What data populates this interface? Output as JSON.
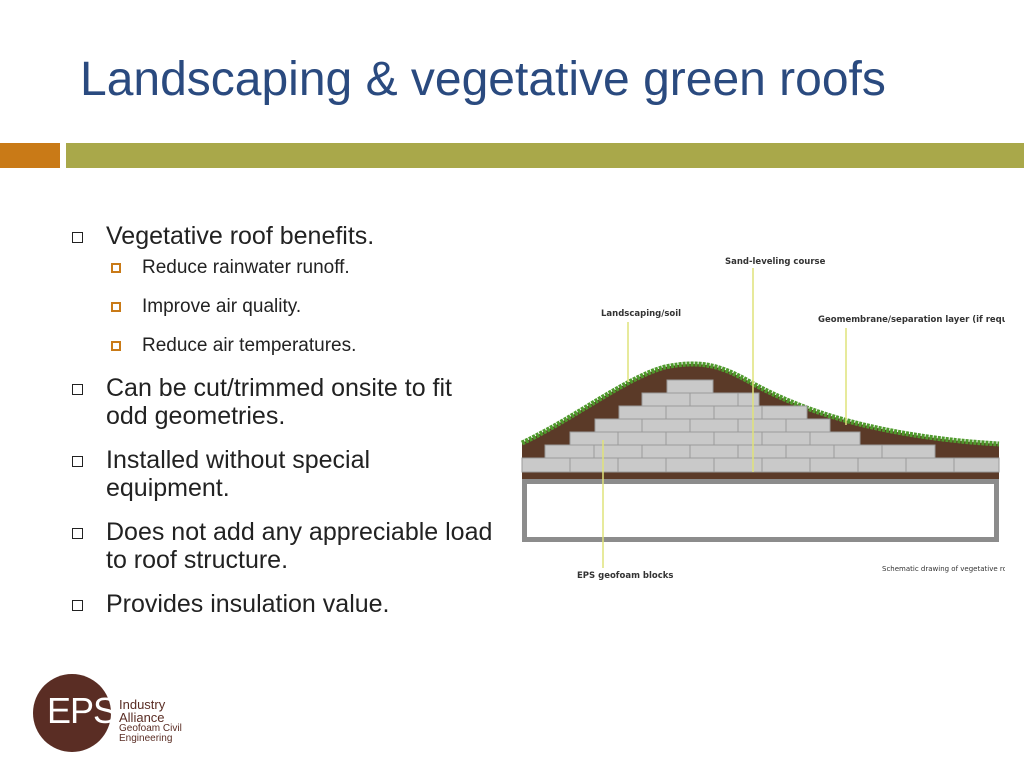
{
  "slide": {
    "title": "Landscaping & vegetative green roofs",
    "accent_colors": {
      "title": "#2a4a7f",
      "orange_bar": "#c97a17",
      "olive_bar": "#a9a84a"
    }
  },
  "bullets": [
    {
      "text": "Vegetative roof benefits.",
      "sub": [
        "Reduce rainwater runoff.",
        "Improve air quality.",
        "Reduce air temperatures."
      ]
    },
    {
      "text": "Can be cut/trimmed onsite to fit odd geometries."
    },
    {
      "text": "Installed without special equipment."
    },
    {
      "text": "Does not add any appreciable load to roof structure."
    },
    {
      "text": "Provides insulation value."
    }
  ],
  "diagram": {
    "labels": {
      "sand": "Sand-leveling course",
      "soil": "Landscaping/soil",
      "membrane": "Geomembrane/separation layer (if required)",
      "eps": "EPS geofoam blocks"
    },
    "caption": "Schematic drawing of vegetative roof",
    "colors": {
      "soil": "#5b3a28",
      "grass": "#4f9a2c",
      "block": "#c9c9c9",
      "leader": "#dfe27a"
    }
  },
  "logo": {
    "mark": "EPS",
    "line1": "Industry",
    "line2": "Alliance",
    "line3": "Geofoam Civil",
    "line4": "Engineering"
  }
}
